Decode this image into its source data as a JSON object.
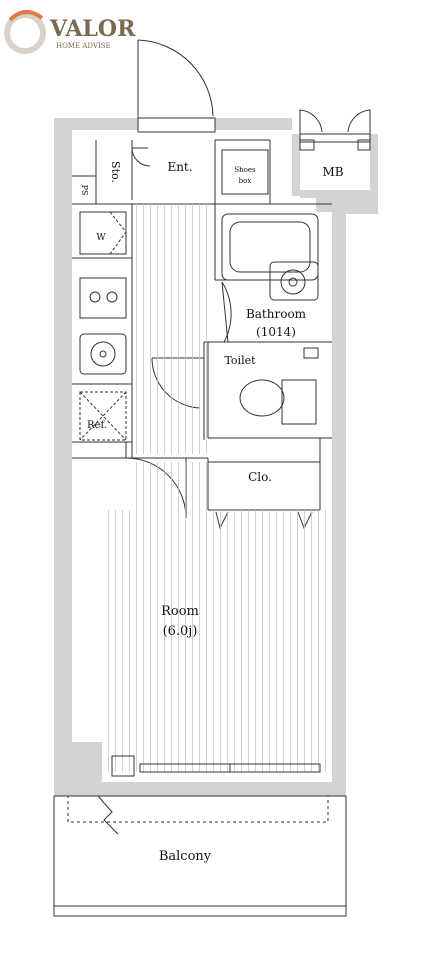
{
  "brand": {
    "name": "VALOR",
    "tagline": "HOME ADVISE",
    "accent_color": "#e07a4a",
    "text_color": "#7a6a52"
  },
  "rooms": {
    "entrance": "Ent.",
    "storage": "Sto.",
    "ps": "PS",
    "shoes_box_line1": "Shoes",
    "shoes_box_line2": "box",
    "mb": "MB",
    "washer": "W",
    "bathroom_line1": "Bathroom",
    "bathroom_line2": "(1014)",
    "toilet": "Toilet",
    "refrigerator": "Ref.",
    "closet": "Clo.",
    "room_line1": "Room",
    "room_line2": "(6.0j)",
    "balcony": "Balcony"
  },
  "colors": {
    "wall": "#d3d3d3",
    "line": "#333333",
    "floor_stripe": "#bdbdbd"
  }
}
